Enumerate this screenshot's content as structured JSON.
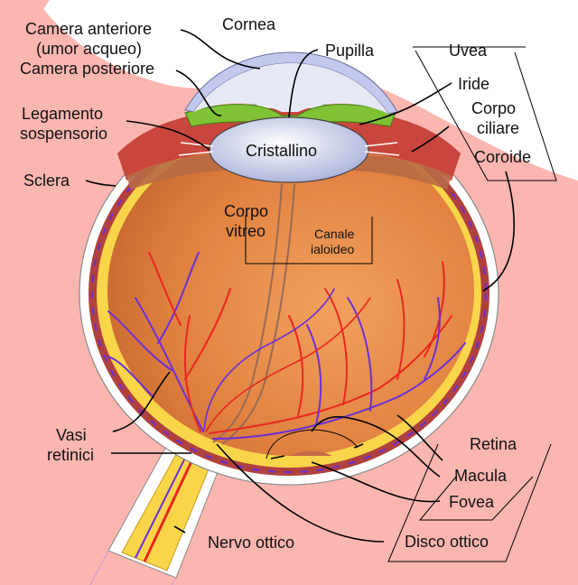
{
  "labels": {
    "camera_anteriore_1": "Camera anteriore",
    "camera_anteriore_2": "(umor acqueo)",
    "camera_posteriore": "Camera posteriore",
    "legamento_1": "Legamento",
    "legamento_2": "sospensorio",
    "sclera": "Sclera",
    "cornea": "Cornea",
    "pupilla": "Pupilla",
    "uvea": "Uvea",
    "iride": "Iride",
    "corpo_ciliare_1": "Corpo",
    "corpo_ciliare_2": "ciliare",
    "coroide": "Coroide",
    "cristallino": "Cristallino",
    "corpo_vitreo_1": "Corpo",
    "corpo_vitreo_2": "vitreo",
    "canale_1": "Canale",
    "canale_2": "ialoideo",
    "vasi_1": "Vasi",
    "vasi_2": "retinici",
    "retina": "Retina",
    "macula": "Macula",
    "fovea": "Fovea",
    "nervo_ottico": "Nervo ottico",
    "disco_ottico": "Disco ottico"
  },
  "colors": {
    "background_tissue": "#fbb6b0",
    "vitreous": "#e8894a",
    "retina": "#f9d54a",
    "sclera": "#ffffff",
    "choroid": "#b0413e",
    "lens": "#d6dcf0",
    "cornea": "#c2c8ee",
    "iris": "#7fc234",
    "arteries": "#e8271f",
    "veins": "#6a2fd6",
    "optic_nerve": "#f9d54a"
  }
}
